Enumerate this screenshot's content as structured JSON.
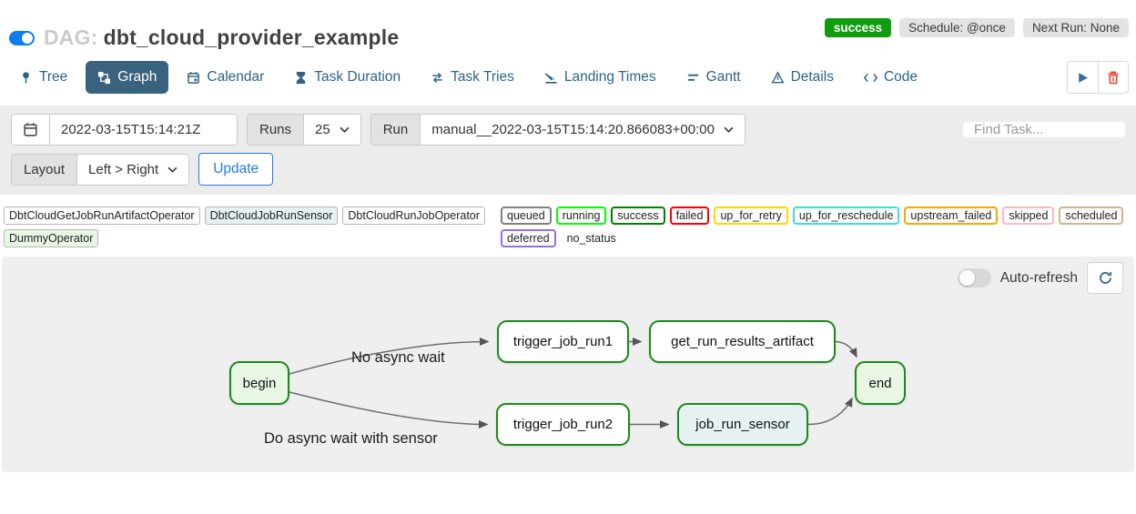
{
  "header": {
    "dag_label": "DAG:",
    "dag_name": "dbt_cloud_provider_example",
    "dag_enabled": true,
    "status_badge": "success",
    "status_color": "#0f9d0f",
    "schedule_badge": "Schedule: @once",
    "next_run_badge": "Next Run: None"
  },
  "tabs": [
    {
      "label": "Tree",
      "icon": "tree-icon",
      "active": false
    },
    {
      "label": "Graph",
      "icon": "graph-icon",
      "active": true
    },
    {
      "label": "Calendar",
      "icon": "calendar-icon",
      "active": false
    },
    {
      "label": "Task Duration",
      "icon": "hourglass-icon",
      "active": false
    },
    {
      "label": "Task Tries",
      "icon": "repeat-icon",
      "active": false
    },
    {
      "label": "Landing Times",
      "icon": "plane-landing-icon",
      "active": false
    },
    {
      "label": "Gantt",
      "icon": "gantt-icon",
      "active": false
    },
    {
      "label": "Details",
      "icon": "triangle-icon",
      "active": false
    },
    {
      "label": "Code",
      "icon": "code-icon",
      "active": false
    }
  ],
  "filters": {
    "date_value": "2022-03-15T15:14:21Z",
    "runs_label": "Runs",
    "runs_value": "25",
    "run_label": "Run",
    "run_value": "manual__2022-03-15T15:14:20.866083+00:00",
    "find_task_placeholder": "Find Task...",
    "layout_label": "Layout",
    "layout_value": "Left > Right",
    "update_label": "Update"
  },
  "legend": {
    "operators": [
      {
        "label": "DbtCloudGetJobRunArtifactOperator",
        "fill": "#ffffff"
      },
      {
        "label": "DbtCloudJobRunSensor",
        "fill": "#e6f1f2"
      },
      {
        "label": "DbtCloudRunJobOperator",
        "fill": "#ffffff"
      },
      {
        "label": "DummyOperator",
        "fill": "#e8f7e4"
      }
    ],
    "statuses": [
      {
        "label": "queued",
        "color": "#808080"
      },
      {
        "label": "running",
        "color": "#00ff00"
      },
      {
        "label": "success",
        "color": "#008000"
      },
      {
        "label": "failed",
        "color": "#ff0000"
      },
      {
        "label": "up_for_retry",
        "color": "#ffd700"
      },
      {
        "label": "up_for_reschedule",
        "color": "#40e0d0"
      },
      {
        "label": "upstream_failed",
        "color": "#ffa500"
      },
      {
        "label": "skipped",
        "color": "#ffb6c1"
      },
      {
        "label": "scheduled",
        "color": "#d2b48c"
      },
      {
        "label": "deferred",
        "color": "#9370db"
      },
      {
        "label": "no_status",
        "color": "transparent"
      }
    ]
  },
  "graph": {
    "auto_refresh_label": "Auto-refresh",
    "auto_refresh_enabled": false,
    "edge_labels": {
      "top": "No async wait",
      "bottom": "Do async wait with sensor"
    },
    "nodes": [
      {
        "id": "begin",
        "label": "begin",
        "fill": "#e8f7e4",
        "border": "#1b8a1b"
      },
      {
        "id": "trigger_job_run1",
        "label": "trigger_job_run1",
        "fill": "#ffffff",
        "border": "#1b8a1b"
      },
      {
        "id": "get_run_results_artifact",
        "label": "get_run_results_artifact",
        "fill": "#ffffff",
        "border": "#1b8a1b"
      },
      {
        "id": "end",
        "label": "end",
        "fill": "#e8f7e4",
        "border": "#1b8a1b"
      },
      {
        "id": "trigger_job_run2",
        "label": "trigger_job_run2",
        "fill": "#ffffff",
        "border": "#1b8a1b"
      },
      {
        "id": "job_run_sensor",
        "label": "job_run_sensor",
        "fill": "#e6f1f2",
        "border": "#1b8a1b"
      }
    ]
  }
}
